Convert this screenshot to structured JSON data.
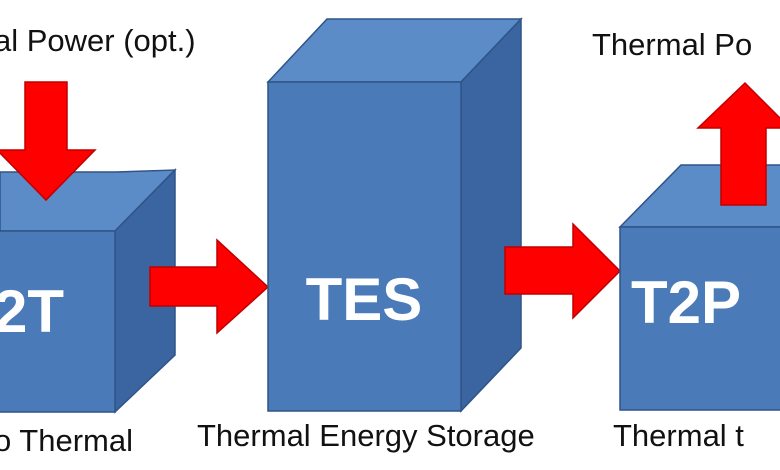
{
  "diagram": {
    "top_left_label": "al Power (opt.)",
    "top_right_label": "Thermal Po",
    "blocks": [
      {
        "label": "2T",
        "caption": "o Thermal"
      },
      {
        "label": "TES",
        "caption": "Thermal Energy Storage"
      },
      {
        "label": "T2P",
        "caption": "Thermal t"
      }
    ],
    "colors": {
      "box_front": "#4a7ab7",
      "box_top": "#5b8cc8",
      "box_side": "#3a65a0",
      "box_edge": "#2f5487",
      "arrow_fill": "#ff0000",
      "arrow_edge": "#c00000"
    }
  }
}
